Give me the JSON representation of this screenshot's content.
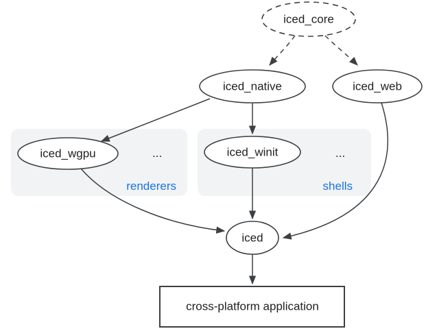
{
  "diagram": {
    "colors": {
      "ink": "#3c4043",
      "text": "#202124",
      "blue": "#1a73e8",
      "group": "#f1f3f4",
      "bg": "#ffffff"
    },
    "nodes": {
      "iced_core": {
        "label": "iced_core"
      },
      "iced_native": {
        "label": "iced_native"
      },
      "iced_web": {
        "label": "iced_web"
      },
      "iced_wgpu": {
        "label": "iced_wgpu"
      },
      "iced_winit": {
        "label": "iced_winit"
      },
      "iced": {
        "label": "iced"
      },
      "app": {
        "label": "cross-platform application"
      }
    },
    "groups": {
      "renderers": {
        "label": "renderers",
        "ellipsis": "..."
      },
      "shells": {
        "label": "shells",
        "ellipsis": "..."
      }
    },
    "edges": [
      {
        "from": "iced_core",
        "to": "iced_native",
        "style": "dashed"
      },
      {
        "from": "iced_core",
        "to": "iced_web",
        "style": "dashed"
      },
      {
        "from": "iced_native",
        "to": "iced_wgpu",
        "style": "solid"
      },
      {
        "from": "iced_native",
        "to": "iced_winit",
        "style": "solid"
      },
      {
        "from": "iced_wgpu",
        "to": "iced",
        "style": "solid"
      },
      {
        "from": "iced_winit",
        "to": "iced",
        "style": "solid"
      },
      {
        "from": "iced_web",
        "to": "iced",
        "style": "solid"
      },
      {
        "from": "iced",
        "to": "app",
        "style": "solid"
      }
    ]
  }
}
